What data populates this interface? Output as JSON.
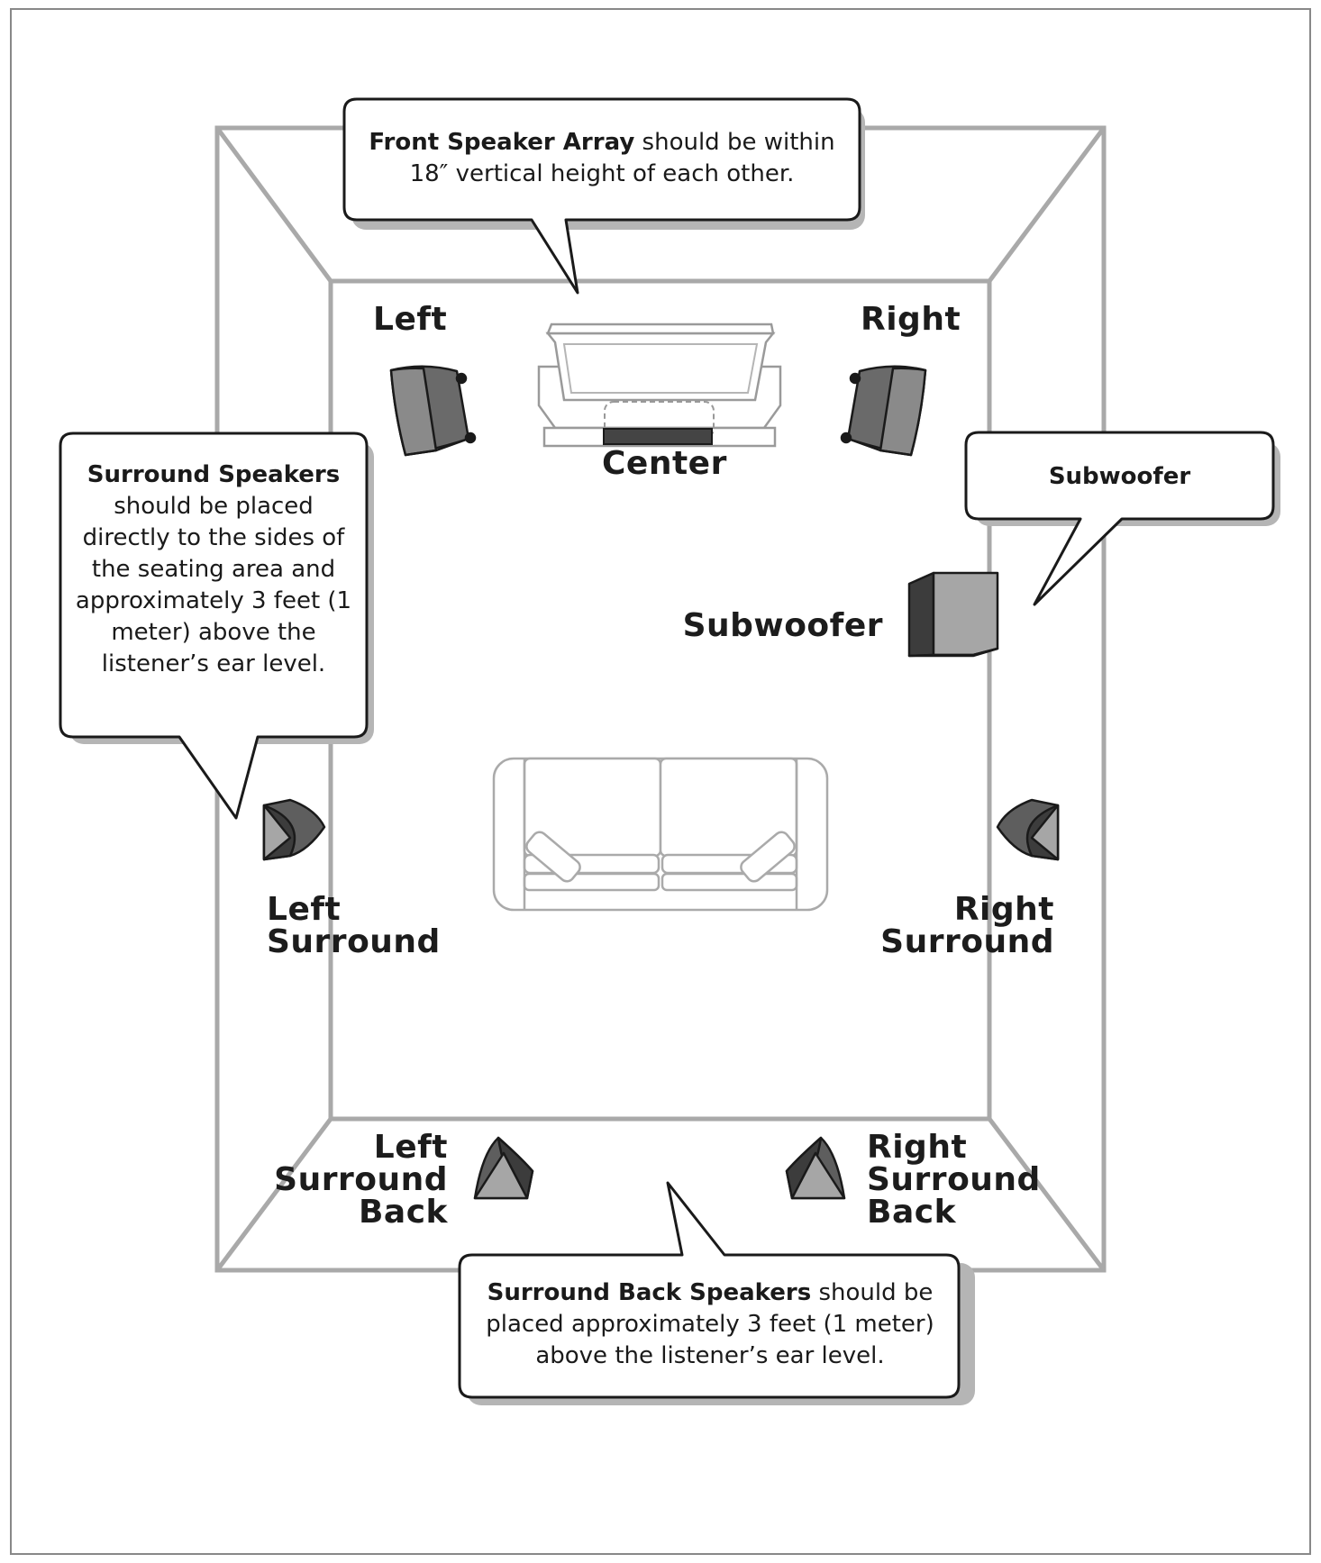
{
  "colors": {
    "wall": "#a9a9a9",
    "ink": "#1a1a1a",
    "speaker_dark": "#3c3c3c",
    "speaker_mid": "#5e5e5e",
    "speaker_light": "#a6a6a6",
    "shadow": "#b5b5b5"
  },
  "labels": {
    "left": "Left",
    "right": "Right",
    "center": "Center",
    "subwoofer": "Subwoofer",
    "left_surround": [
      "Left",
      "Surround"
    ],
    "right_surround": [
      "Right",
      "Surround"
    ],
    "left_surround_back": [
      "Left",
      "Surround",
      "Back"
    ],
    "right_surround_back": [
      "Right",
      "Surround",
      "Back"
    ]
  },
  "callouts": {
    "front": {
      "bold": "Front Speaker Array",
      "rest": " should be within 18″ vertical height of each other."
    },
    "surround": {
      "bold": "Surround Speakers",
      "rest": "should be placed directly to the sides of the seating area and approximately 3 feet (1 meter) above the listener’s ear level."
    },
    "subwoofer": {
      "bold": "Subwoofer"
    },
    "surround_back": {
      "bold": "Surround Back Speakers",
      "rest": " should be placed approximately 3 feet (1 meter) above the listener’s ear level."
    }
  }
}
